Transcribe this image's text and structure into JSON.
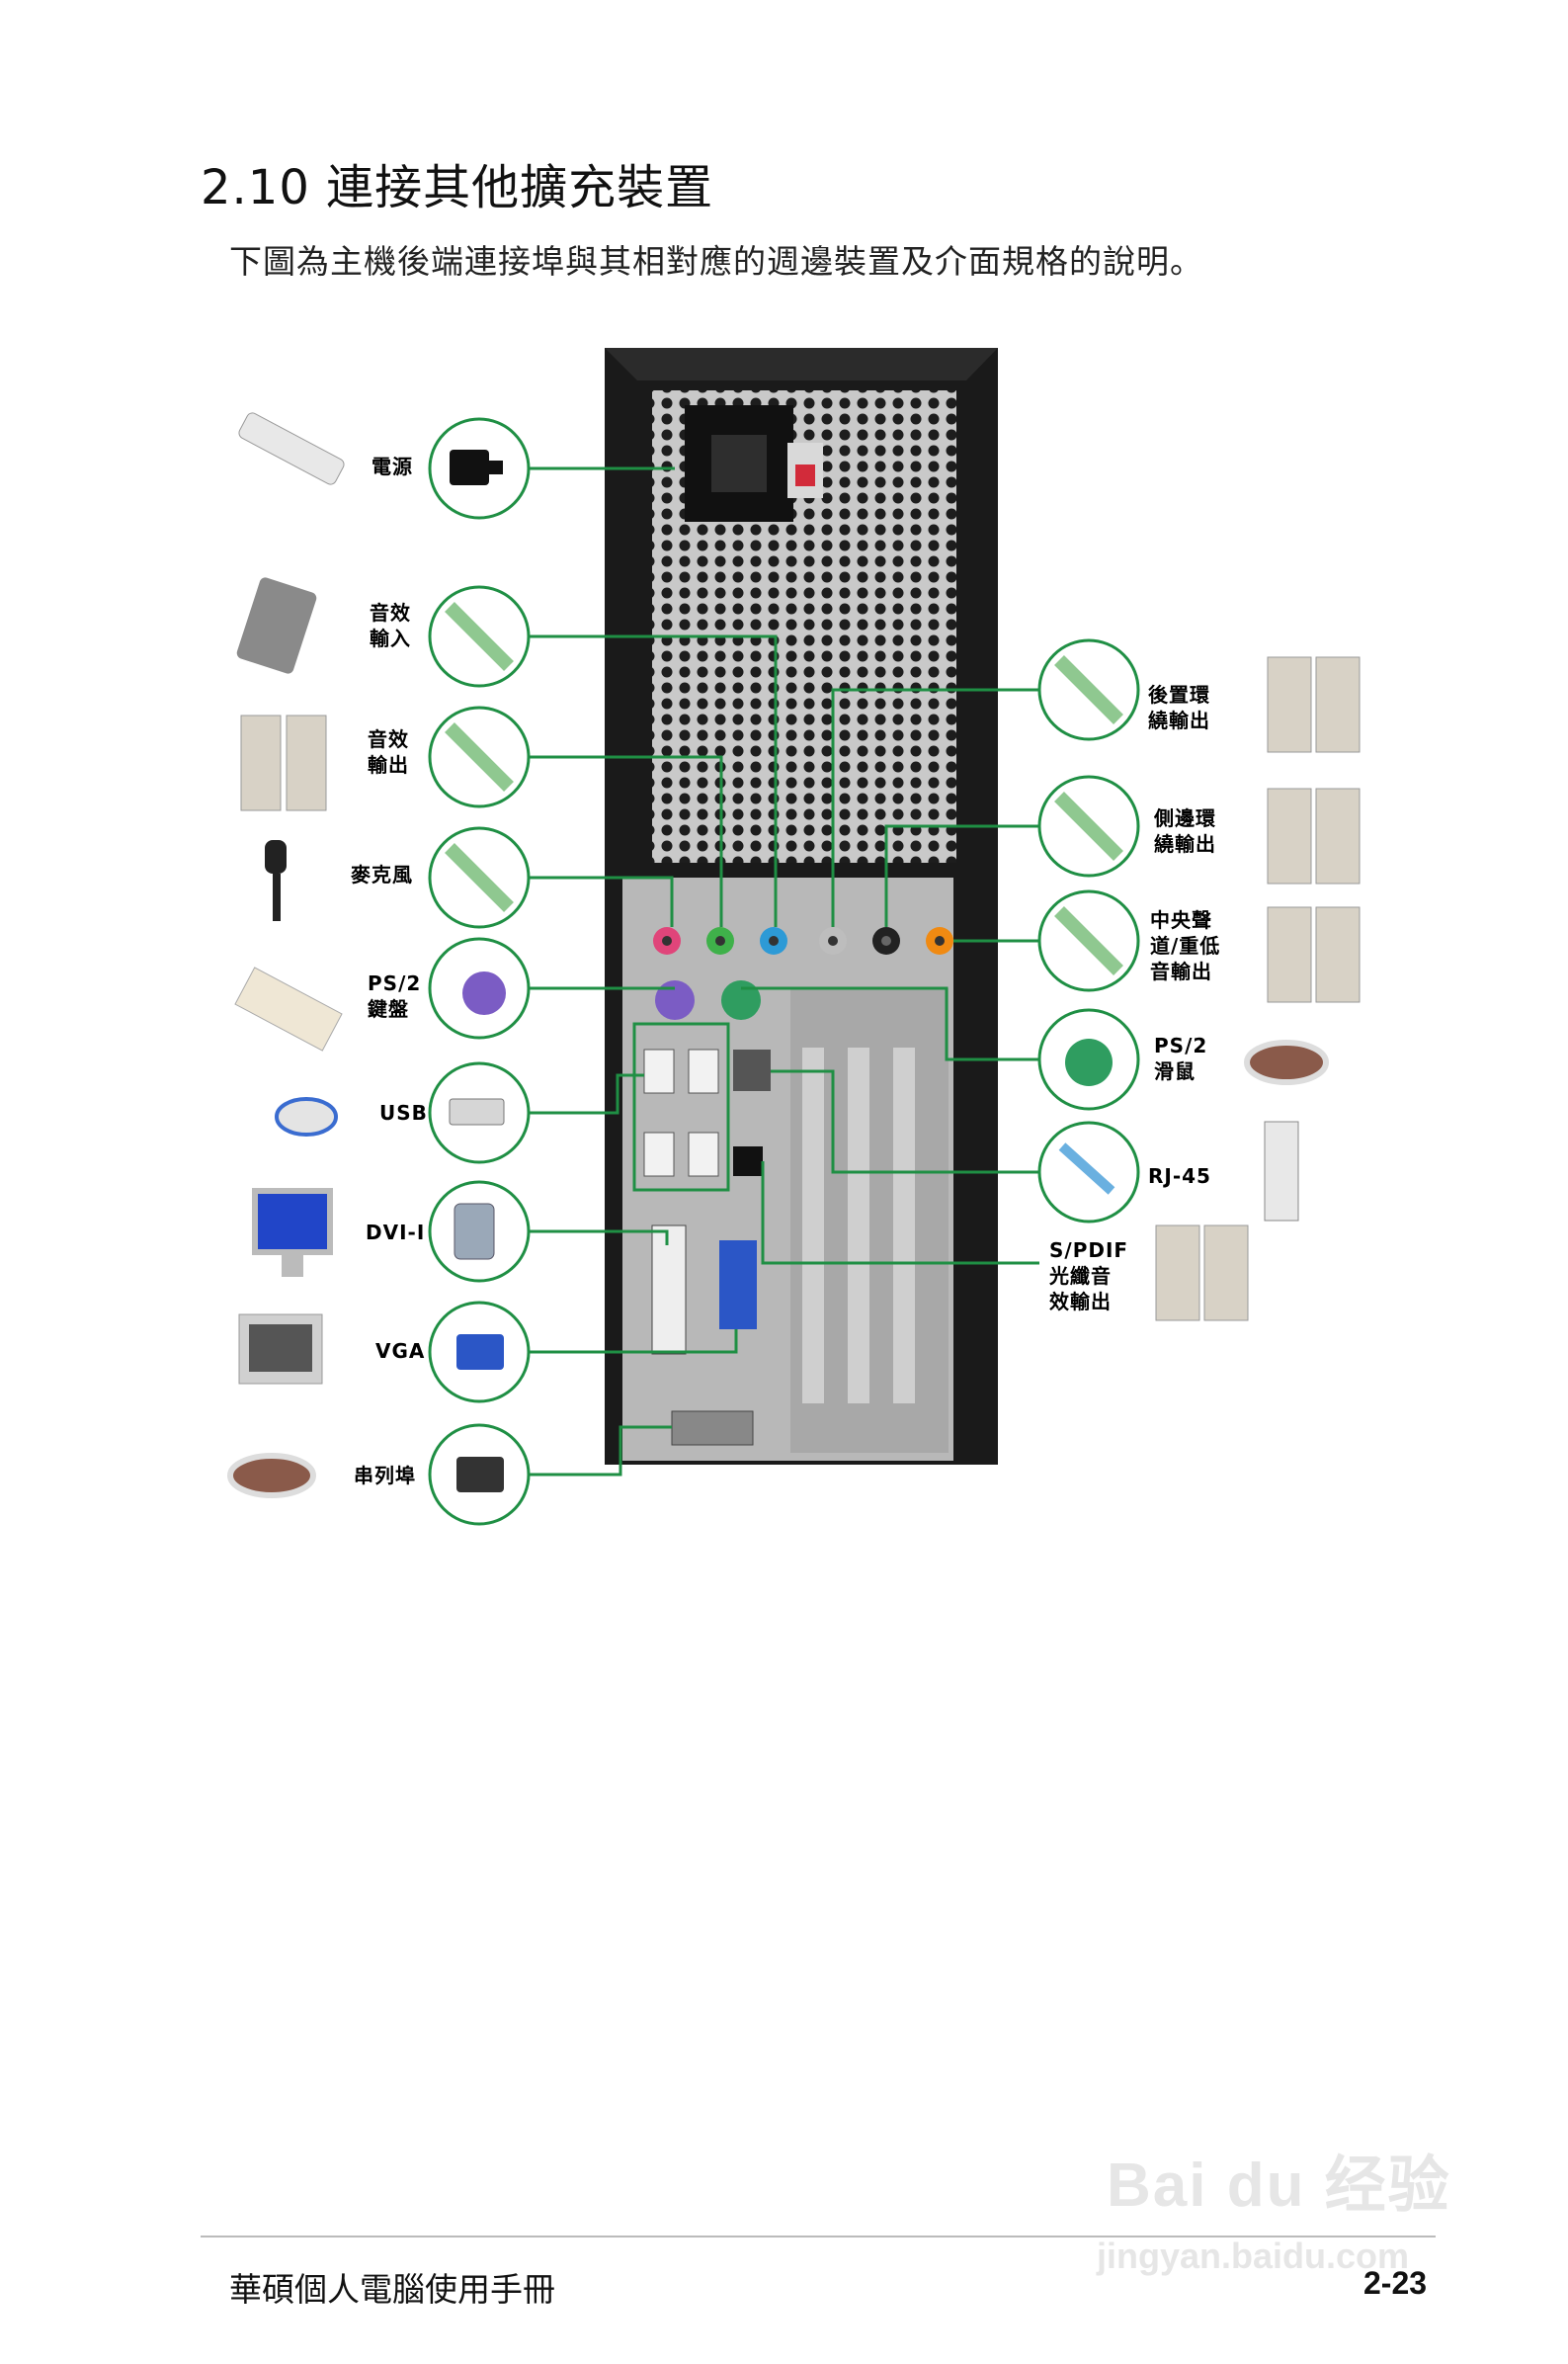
{
  "header": {
    "title": "2.10 連接其他擴充裝置",
    "intro": "下圖為主機後端連接埠與其相對應的週邊裝置及介面規格的說明。"
  },
  "left_labels": {
    "power": "電源",
    "audio_in": "音效\n輸入",
    "audio_out": "音效\n輸出",
    "mic": "麥克風",
    "ps2_kb": "PS/2\n鍵盤",
    "usb": "USB",
    "dvi": "DVI-I",
    "vga": "VGA",
    "serial": "串列埠"
  },
  "right_labels": {
    "rear_surround": "後置環\n繞輸出",
    "side_surround": "側邊環\n繞輸出",
    "center_sub": "中央聲\n道/重低\n音輸出",
    "ps2_mouse": "PS/2\n滑鼠",
    "rj45": "RJ-45",
    "spdif": "S/PDIF\n光纖音\n效輸出"
  },
  "colors": {
    "line": "#1f8f44",
    "case": "#1a1a1a",
    "panel": "#b8b8b8",
    "jack_pink": "#e0457a",
    "jack_green": "#3fb14a",
    "jack_blue": "#2d9ad6",
    "jack_grey": "#bdbdbd",
    "jack_black": "#222222",
    "jack_orange": "#f08a12",
    "ps2_purple": "#7b5cc4",
    "ps2_green": "#2f9d60",
    "vga_blue": "#2b56c6"
  },
  "footer": {
    "left": "華碩個人電腦使用手冊",
    "right": "2-23"
  },
  "watermark": {
    "line1": "Bai du 经验",
    "line2": "jingyan.baidu.com"
  }
}
